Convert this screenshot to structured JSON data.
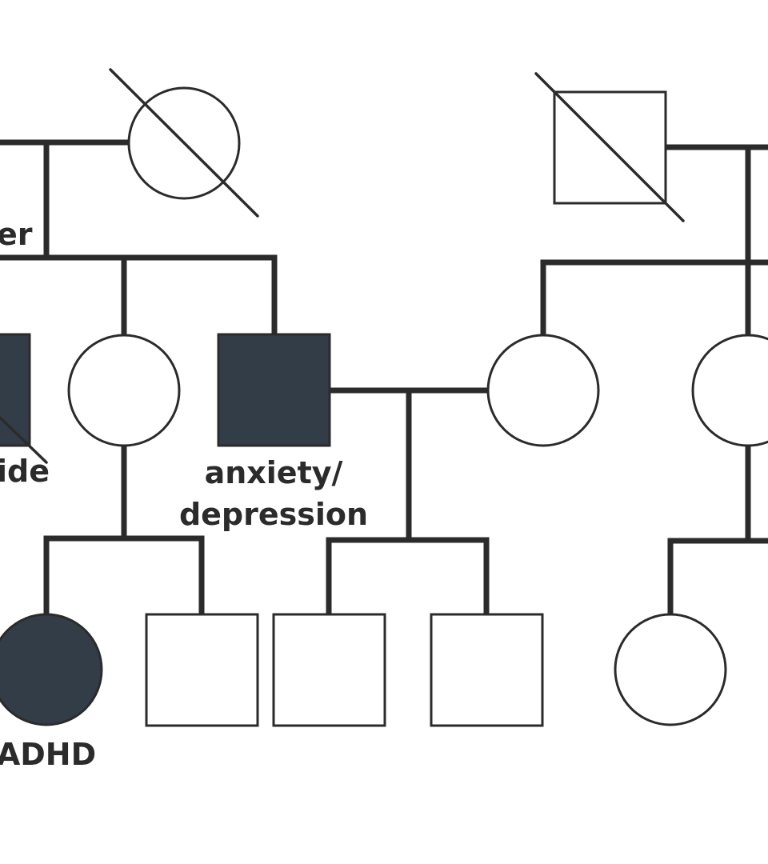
{
  "colors": {
    "affected": "#333d47",
    "line": "#2b2b2b",
    "background": "#ffffff"
  },
  "labels": {
    "gen1_left_partial": "er",
    "gen2_left_partial": "ide",
    "anxiety_line1": "anxiety/",
    "anxiety_line2": "depression",
    "adhd": "ADHD"
  },
  "individuals": [
    {
      "id": "grandmother-paternal",
      "sex": "female",
      "affected": false,
      "deceased": true
    },
    {
      "id": "grandfather-maternal",
      "sex": "male",
      "affected": false,
      "deceased": true
    },
    {
      "id": "uncle-left-partial",
      "sex": "male",
      "affected": true,
      "deceased": true
    },
    {
      "id": "aunt",
      "sex": "female",
      "affected": false,
      "deceased": false
    },
    {
      "id": "father",
      "sex": "male",
      "affected": true,
      "deceased": false,
      "condition": "anxiety/depression"
    },
    {
      "id": "mother",
      "sex": "female",
      "affected": false,
      "deceased": false
    },
    {
      "id": "maternal-aunt-partial",
      "sex": "female",
      "affected": false,
      "deceased": false
    },
    {
      "id": "cousin-adhd",
      "sex": "female",
      "affected": true,
      "deceased": false,
      "condition": "ADHD"
    },
    {
      "id": "cousin-male",
      "sex": "male",
      "affected": false,
      "deceased": false
    },
    {
      "id": "son-1",
      "sex": "male",
      "affected": false,
      "deceased": false
    },
    {
      "id": "son-2",
      "sex": "male",
      "affected": false,
      "deceased": false
    },
    {
      "id": "maternal-cousin",
      "sex": "female",
      "affected": false,
      "deceased": false
    }
  ]
}
